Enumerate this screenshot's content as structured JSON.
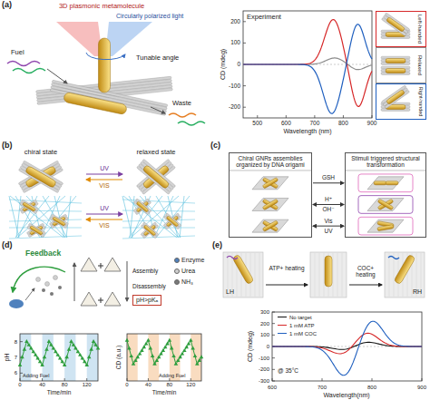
{
  "diagram": {
    "nodes": [
      {
        "text": [
          "Left-handed"
        ]
      },
      {
        "text": [
          "Relaxed"
        ]
      },
      {
        "text": [
          "Right-handed"
        ]
      },
      {
        "text": [
          "Chiral GNRs assemblies organized by DNA origami"
        ]
      },
      {
        "text": [
          "Stimuli triggered structural transformation"
        ]
      },
      {
        "text": [
          "pH>pKₐ"
        ]
      }
    ],
    "edges": [
      {
        "from": 3,
        "to": 4,
        "arrow": "to",
        "label": "GSH"
      },
      {
        "from": 3,
        "to": 4,
        "arrow": "both",
        "label": "H⁺"
      },
      {
        "from": 3,
        "to": 4,
        "arrow": "both",
        "label": "Vis"
      }
    ],
    "labels": [
      "(a)",
      "3D plasmonic metamolecule",
      "Circularly polarized light",
      "Fuel",
      "Tunable angle",
      "Waste",
      "Experiment",
      "CD (mdeg)",
      "200",
      "100",
      "0",
      "-100",
      "-200",
      "500",
      "600",
      "700",
      "800",
      "900",
      "Wavelength (nm)",
      "(b)",
      "chiral state",
      "relaxed state",
      "UV",
      "VIS",
      "UV",
      "VIS",
      "(c)",
      "OH⁻",
      "UV",
      "(d)",
      "Feedback",
      "Assembly",
      "Disassembly",
      "pH",
      "8",
      "7",
      "6",
      "0",
      "40",
      "80",
      "120",
      "Time/min",
      "Adding Fuel",
      "CD (a.u.)",
      "0",
      "40",
      "80",
      "120",
      "Time/min",
      "Adding Fuel",
      "(e)",
      "LH",
      "ATP+ heating",
      "COC+ heating",
      "RH",
      "CD (mdeg)",
      "300",
      "200",
      "100",
      "0",
      "-100",
      "-200",
      "-300",
      "600",
      "700",
      "800",
      "900",
      "Wavelength(nm)",
      "@ 35°C"
    ],
    "legend": [
      {
        "text": "Enzyme",
        "color": "#4f81bd"
      },
      {
        "text": "Urea",
        "color": "#d0d0d0"
      },
      {
        "text": "NH₃",
        "color": "#7a7a7a"
      },
      {
        "text": "No target"
      },
      {
        "text": "1 mM ATP"
      },
      {
        "text": "1 mM COC"
      }
    ]
  }
}
